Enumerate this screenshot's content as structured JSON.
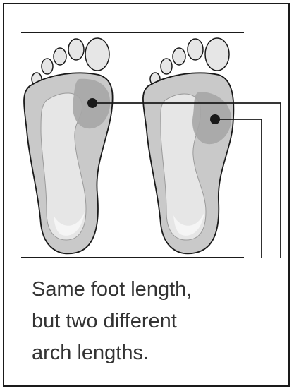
{
  "caption": {
    "line1": "Same foot length,",
    "line2": "but two different",
    "line3": "arch lengths."
  },
  "colors": {
    "outline": "#1a1a1a",
    "foot_base": "#c9c9c9",
    "foot_inner": "#e6e6e6",
    "highlight": "#f5f5f5",
    "ball_marker": "#a6a6a6",
    "marker_dot": "#1a1a1a",
    "text": "#333333"
  },
  "feet": [
    {
      "side": "left",
      "label": "foot-with-longer-arch"
    },
    {
      "side": "right",
      "label": "foot-with-shorter-arch"
    }
  ]
}
